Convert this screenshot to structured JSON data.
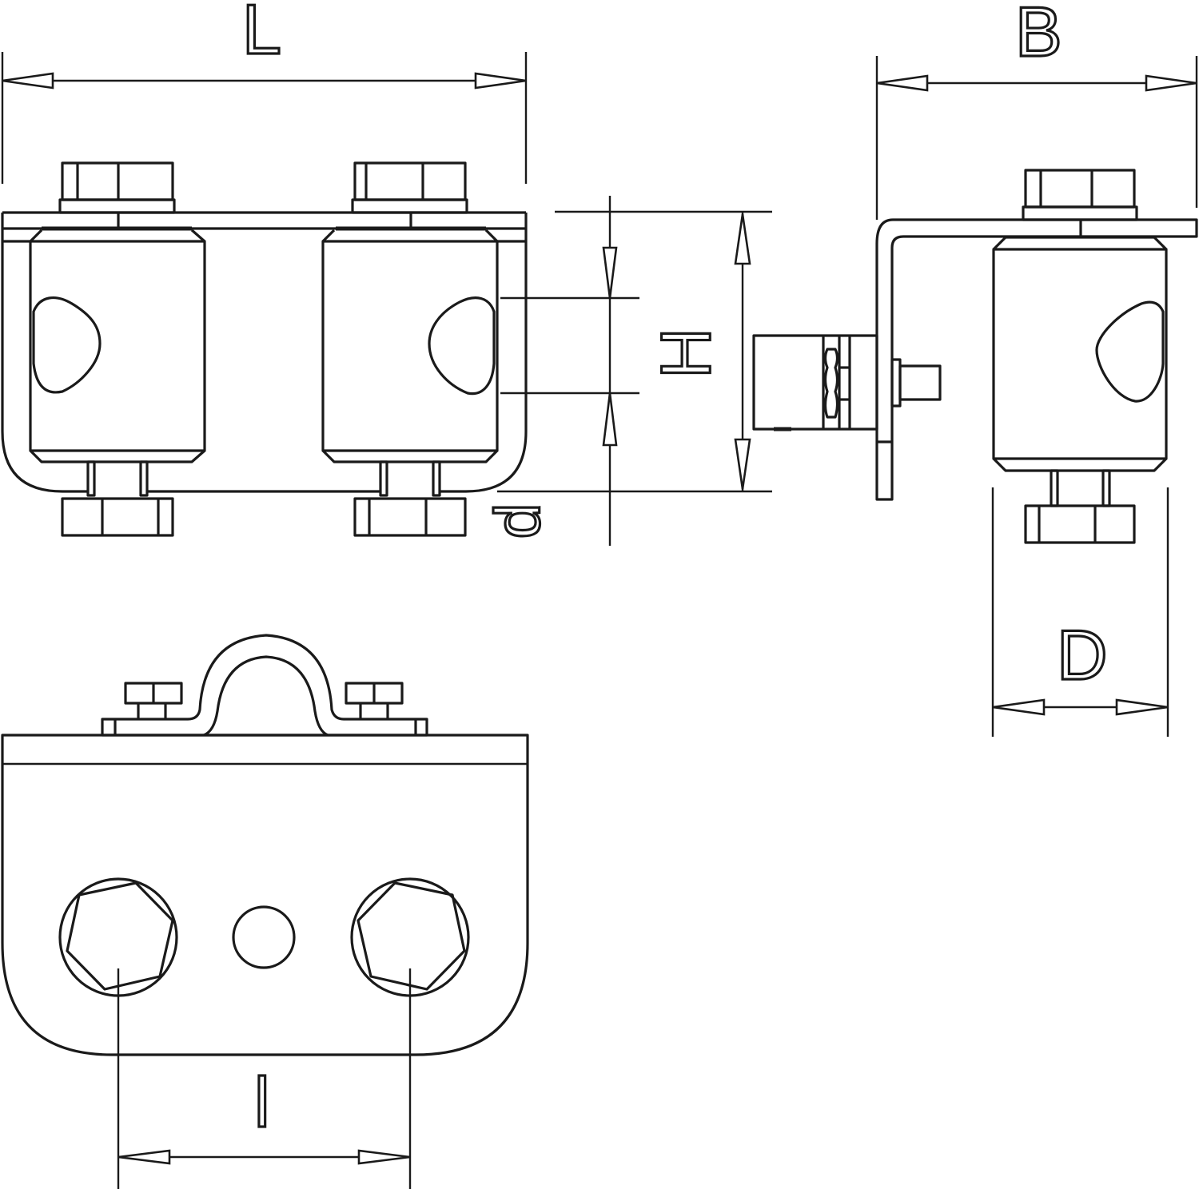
{
  "drawing": {
    "type": "technical dimension drawing",
    "views": [
      "front-view",
      "side-view",
      "top-view"
    ],
    "stroke_color": "#1a1a1a",
    "background": "#ffffff"
  },
  "dimensions": {
    "L": "L",
    "B": "B",
    "H": "H",
    "d": "d",
    "D": "D",
    "l": "l"
  }
}
